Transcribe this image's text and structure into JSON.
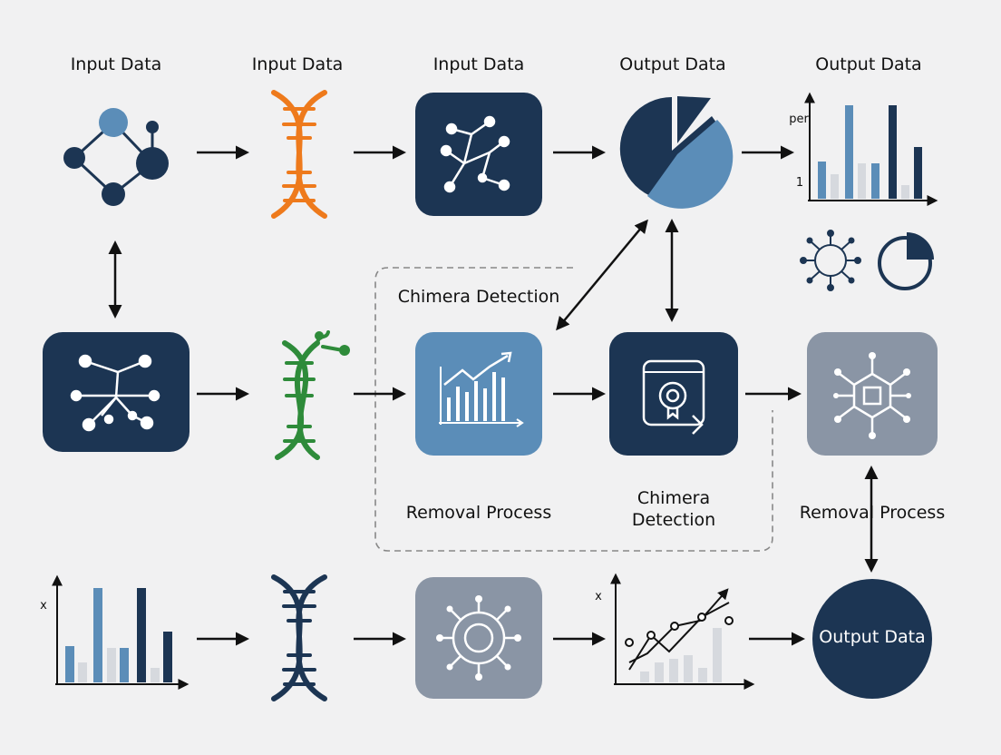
{
  "column_labels": {
    "c1": "Input Data",
    "c2": "Input Data",
    "c3": "Input Data",
    "c4": "Output Data",
    "c5": "Output Data"
  },
  "mid_labels": {
    "chimera_detection_top": "Chimera Detection",
    "removal_process_left": "Removal Process",
    "chimera_detection_bottom": "Chimera\nDetection",
    "removal_process_right": "Removal Process"
  },
  "output_circle_label": "Output Data",
  "mini_chart_top": {
    "ylabel": "per",
    "tick": "1"
  },
  "mini_chart_bottom_left": {
    "axis": "x"
  },
  "mini_chart_bottom_mid": {
    "axis": "x"
  },
  "colors": {
    "navy": "#1c3553",
    "steel_blue": "#5b8db8",
    "slate_gray": "#8a95a5",
    "orange": "#ee7a1c",
    "green": "#2e8b3a",
    "light_gray": "#d6d9de",
    "background": "#f1f1f2"
  },
  "icons": [
    "molecule-network-icon",
    "dna-orange-icon",
    "network-tile-icon",
    "pie-chart-icon",
    "bar-chart-icon",
    "virus-icon",
    "pie-small-icon",
    "network-tile-dark-icon",
    "dna-green-icon",
    "growth-chart-tile-icon",
    "document-badge-tile-icon",
    "hub-tile-icon",
    "bar-chart-bottom-icon",
    "dna-navy-icon",
    "virus-tile-icon",
    "line-bar-chart-icon"
  ]
}
